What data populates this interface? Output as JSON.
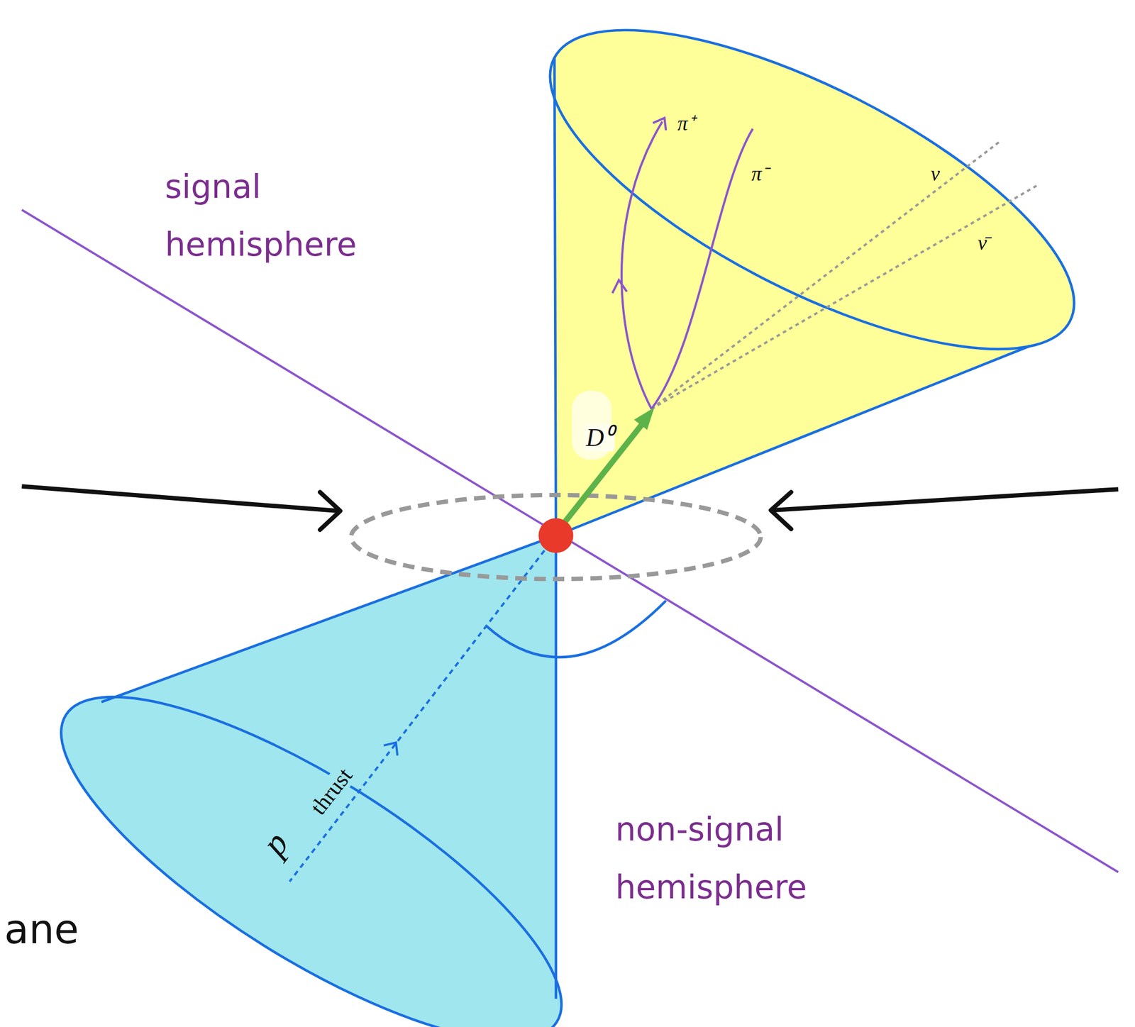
{
  "diagram": {
    "labels": [
      "signal hemisphere",
      "π⁺",
      "π⁻",
      "ν",
      "ν̄",
      "D⁰",
      "non-signal hemisphere",
      "p⃗",
      "thrust",
      "ane"
    ]
  }
}
